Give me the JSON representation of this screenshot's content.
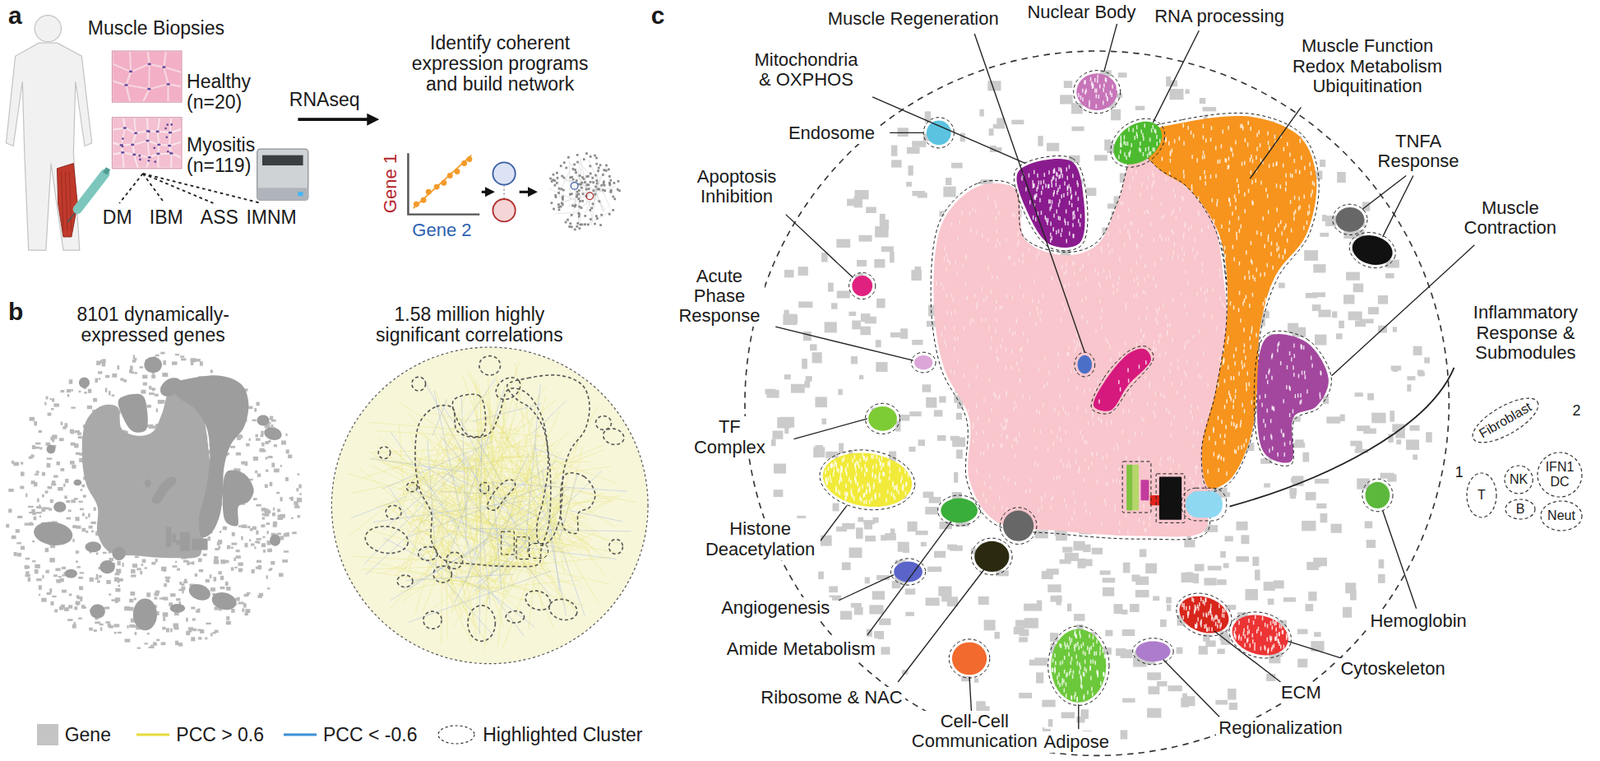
{
  "diagram": {
    "nodes": [
      {
        "text": [
          "Fibroblast"
        ]
      },
      {
        "text": [
          "T"
        ]
      },
      {
        "text": [
          "NK"
        ]
      },
      {
        "text": [
          "IFN1 DC"
        ]
      },
      {
        "text": [
          "B"
        ]
      },
      {
        "text": [
          "Neut"
        ]
      }
    ],
    "labels": [
      "a",
      "Muscle Biopsies",
      "Healthy (n=20)",
      "Myositis (n=119)",
      "DM",
      "IBM",
      "ASS",
      "IMNM",
      "RNAseq",
      "Identify coherent expression programs and build network",
      "Gene 1",
      "Gene 2",
      "b",
      "8101 dynamically-expressed genes",
      "1.58 million highly significant correlations",
      "c",
      "Muscle Regeneration",
      "Nuclear Body",
      "RNA processing",
      "Mitochondria & OXPHOS",
      "Muscle Function Redox Metabolism Ubiquitination",
      "Endosome",
      "TNFA Response",
      "Apoptosis Inhibition",
      "Muscle Contraction",
      "Acute Phase Response",
      "Inflammatory Response & Submodules",
      "2",
      "1",
      "TF Complex",
      "Histone Deacetylation",
      "Hemoglobin",
      "Angiogenesis",
      "Amide Metabolism",
      "Cytoskeleton",
      "Ribosome & NAC",
      "ECM",
      "Regionalization",
      "Cell-Cell Communication",
      "Adipose"
    ],
    "legend": [
      {
        "text": "Gene",
        "color": "#c4c4c4"
      },
      {
        "text": "PCC > 0.6"
      },
      {
        "text": "PCC < -0.6"
      },
      {
        "text": "Highlighted Cluster"
      }
    ]
  }
}
